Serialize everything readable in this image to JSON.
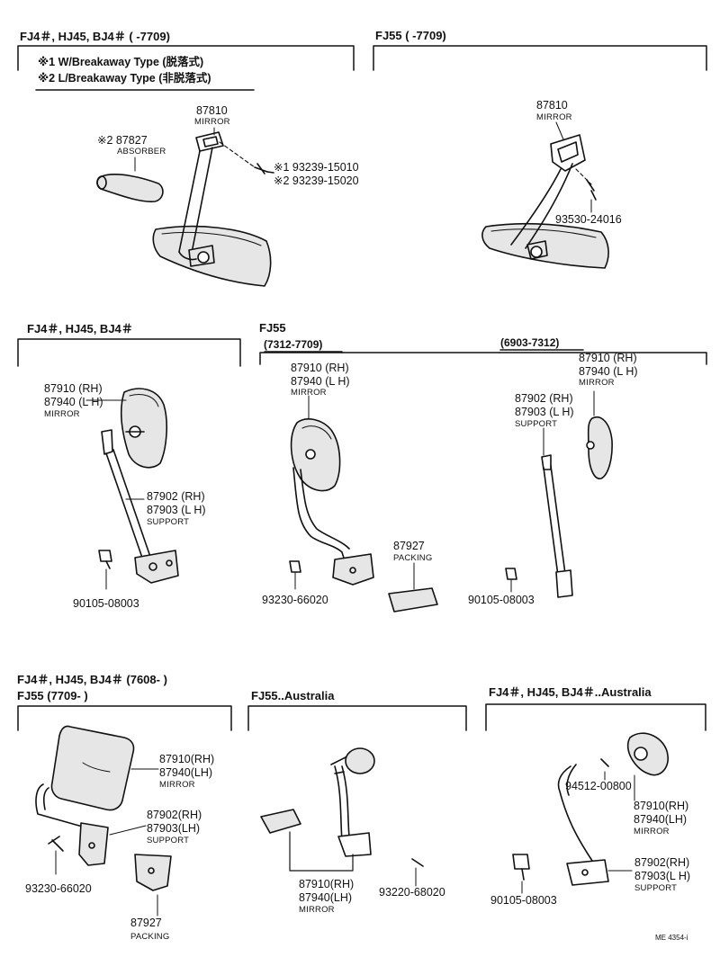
{
  "colors": {
    "ink": "#111111",
    "paper": "#ffffff",
    "part_fill": "#e6e6e6"
  },
  "sections": {
    "s1": {
      "title": "FJ4＃, HJ45, BJ4＃ (        -7709)",
      "note1": "※1 W/Breakaway Type (脱落式)",
      "note2": "※2 L/Breakaway Type (非脱落式)",
      "mirror_no": "87810",
      "mirror_desc": "MIRROR",
      "absorber_no": "※2 87827",
      "absorber_desc": "ABSORBER",
      "screw1": "※1 93239-15010",
      "screw2": "※2 93239-15020"
    },
    "s2": {
      "title": "FJ55 (         -7709)",
      "mirror_no": "87810",
      "mirror_desc": "MIRROR",
      "screw": "93530-24016"
    },
    "s3": {
      "title": "FJ4＃, HJ45, BJ4＃",
      "mirror_rh": "87910 (RH)",
      "mirror_lh": "87940 (L H)",
      "mirror_desc": "MIRROR",
      "support_rh": "87902 (RH)",
      "support_lh": "87903 (L H)",
      "support_desc": "SUPPORT",
      "bolt": "90105-08003"
    },
    "s4": {
      "title": "FJ55",
      "range_a": "(7312-7709)",
      "range_b": "(6903-7312)",
      "a_mirror_rh": "87910 (RH)",
      "a_mirror_lh": "87940 (L H)",
      "a_mirror_desc": "MIRROR",
      "packing_no": "87927",
      "packing_desc": "PACKING",
      "a_screw": "93230-66020",
      "b_mirror_rh": "87910 (RH)",
      "b_mirror_lh": "87940 (L H)",
      "b_mirror_desc": "MIRROR",
      "b_support_rh": "87902 (RH)",
      "b_support_lh": "87903 (L H)",
      "b_support_desc": "SUPPORT",
      "b_bolt": "90105-08003"
    },
    "s5": {
      "title1": "FJ4＃, HJ45, BJ4＃ (7608-        )",
      "title2": "FJ55 (7709-        )",
      "mirror_rh": "87910(RH)",
      "mirror_lh": "87940(LH)",
      "mirror_desc": "MIRROR",
      "support_rh": "87902(RH)",
      "support_lh": "87903(LH)",
      "support_desc": "SUPPORT",
      "screw": "93230-66020",
      "packing_no": "87927",
      "packing_desc": "PACKING"
    },
    "s6": {
      "title": "FJ55..Australia",
      "mirror_rh": "87910(RH)",
      "mirror_lh": "87940(LH)",
      "mirror_desc": "MIRROR",
      "screw": "93220-68020"
    },
    "s7": {
      "title": "FJ4＃, HJ45, BJ4＃..Australia",
      "nut": "94512-00800",
      "mirror_rh": "87910(RH)",
      "mirror_lh": "87940(LH)",
      "mirror_desc": "MIRROR",
      "support_rh": "87902(RH)",
      "support_lh": "87903(L H)",
      "support_desc": "SUPPORT",
      "bolt": "90105-08003"
    }
  },
  "footer_code": "ME 4354-i"
}
